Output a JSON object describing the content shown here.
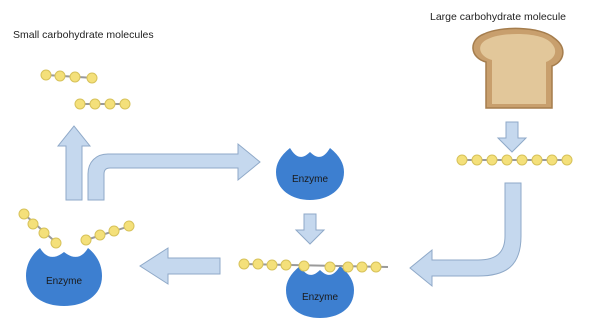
{
  "labels": {
    "small_molecules": "Small carbohydrate molecules",
    "large_molecule": "Large carbohydrate molecule"
  },
  "enzyme_label": "Enzyme",
  "colors": {
    "enzyme": "#3d7fd0",
    "arrow_fill": "#c5d8ee",
    "arrow_stroke": "#8fa9c8",
    "bead": "#f4e07a",
    "bead_stroke": "#d7c25a",
    "link": "#9a9a9a",
    "bread_crust": "#c89f6d",
    "bread_inner": "#e2c79a"
  },
  "icons": [
    "bread-slice-icon",
    "enzyme-icon"
  ]
}
